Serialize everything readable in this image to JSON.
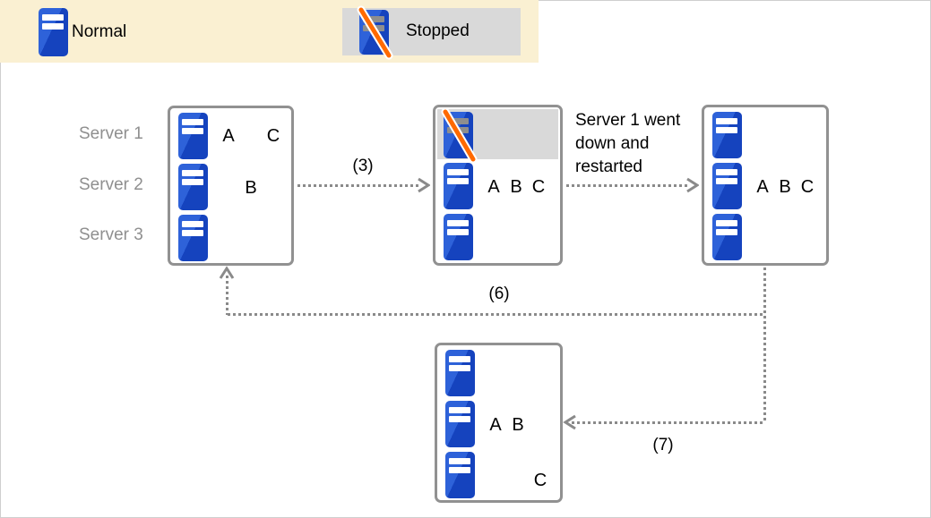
{
  "legend": {
    "normal": {
      "label": "Normal"
    },
    "stopped": {
      "label": "Stopped"
    }
  },
  "colors": {
    "legend_band_bg": "#FAF0D2",
    "stopped_gray_bg": "#D9D9D9",
    "icon_blue_light": "#2E62D9",
    "icon_blue_dark": "#1543BE",
    "slash_orange": "#FF6A00",
    "connector_gray": "#8A8A8A",
    "box_border_gray": "#919191",
    "server_label_gray": "#8F8F8F"
  },
  "server_rows": [
    "Server 1",
    "Server 2",
    "Server 3"
  ],
  "boxes": {
    "initial": {
      "row1": {
        "a": "A",
        "c": "C"
      },
      "row2": {
        "b": "B"
      }
    },
    "failover": {
      "row2": {
        "a": "A",
        "b": "B",
        "c": "C"
      }
    },
    "restarted": {
      "row2": {
        "a": "A",
        "b": "B",
        "c": "C"
      }
    },
    "rebalanced": {
      "row2": {
        "a": "A",
        "b": "B"
      },
      "row3": {
        "c": "C"
      }
    }
  },
  "arrows": {
    "step3": "(3)",
    "step6": "(6)",
    "step7": "(7)"
  },
  "annotation": {
    "line1": "Server 1 went",
    "line2": "down and",
    "line3": "restarted"
  }
}
